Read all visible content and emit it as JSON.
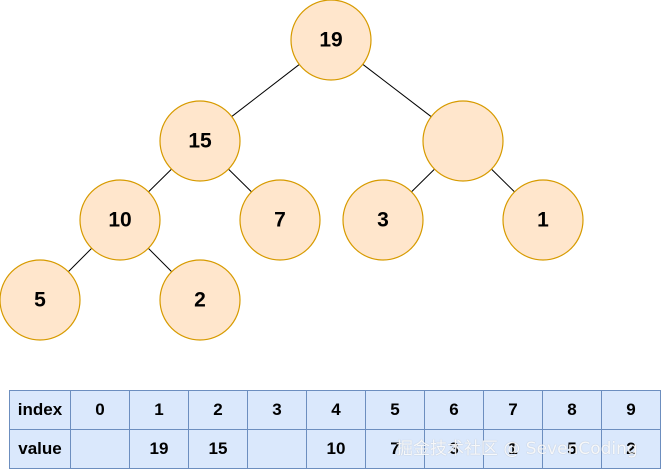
{
  "tree": {
    "nodes": [
      {
        "id": "n0",
        "label": "19"
      },
      {
        "id": "n1",
        "label": "15"
      },
      {
        "id": "n2",
        "label": ""
      },
      {
        "id": "n3",
        "label": "10"
      },
      {
        "id": "n4",
        "label": "7"
      },
      {
        "id": "n5",
        "label": "3"
      },
      {
        "id": "n6",
        "label": "1"
      },
      {
        "id": "n7",
        "label": "5"
      },
      {
        "id": "n8",
        "label": "2"
      }
    ],
    "edges": [
      [
        "n0",
        "n1"
      ],
      [
        "n0",
        "n2"
      ],
      [
        "n1",
        "n3"
      ],
      [
        "n1",
        "n4"
      ],
      [
        "n2",
        "n5"
      ],
      [
        "n2",
        "n6"
      ],
      [
        "n3",
        "n7"
      ],
      [
        "n3",
        "n8"
      ]
    ]
  },
  "table": {
    "index_header": "index",
    "value_header": "value",
    "indices": [
      "0",
      "1",
      "2",
      "3",
      "4",
      "5",
      "6",
      "7",
      "8",
      "9"
    ],
    "values": [
      "",
      "19",
      "15",
      "",
      "10",
      "7",
      "3",
      "1",
      "5",
      "2"
    ]
  },
  "watermark": "掘金技术社区 @ SevenCoding",
  "colors": {
    "node_fill": "#ffe6cc",
    "node_stroke": "#d79b00",
    "cell_fill": "#dae8fc",
    "cell_border": "#6c8ebf"
  }
}
